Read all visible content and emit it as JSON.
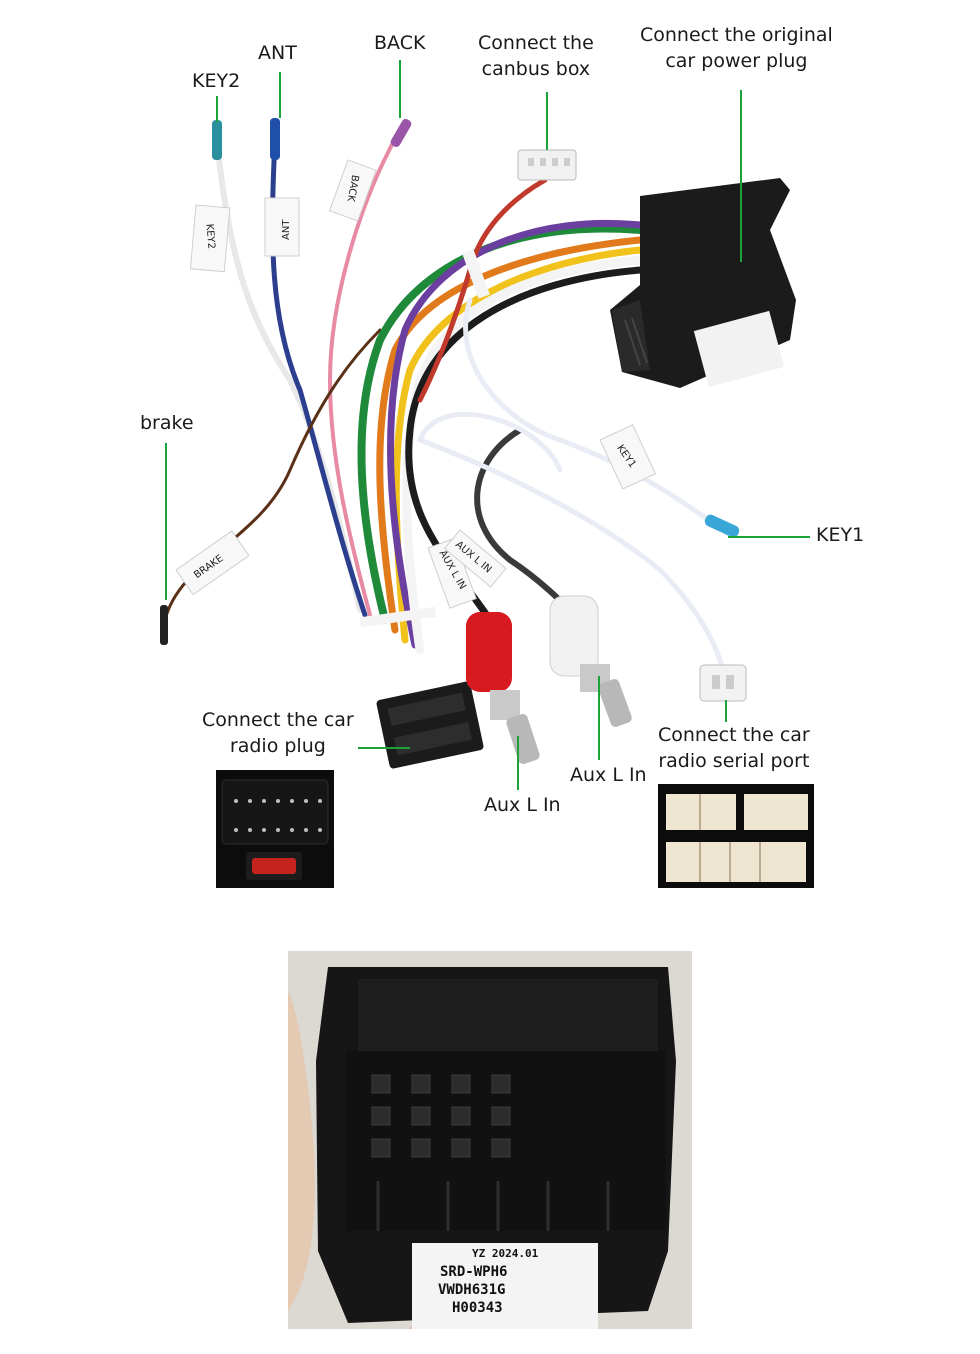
{
  "callouts": {
    "key2": "KEY2",
    "ant": "ANT",
    "back": "BACK",
    "canbus": [
      "Connect the",
      "canbus box"
    ],
    "power": [
      "Connect the original",
      "car power plug"
    ],
    "brake": "brake",
    "key1": "KEY1",
    "radio_plug": [
      "Connect the car",
      "radio plug"
    ],
    "aux_right": "Aux L In",
    "aux_left": "Aux L In",
    "serial": [
      "Connect the car",
      "radio serial port"
    ]
  },
  "wire_tags": {
    "key2": "KEY2",
    "ant": "ANT",
    "back": "BACK",
    "brake": "BRAKE",
    "key1": "KEY1",
    "aux_1": "AUX L IN",
    "aux_2": "AUX L IN"
  },
  "connector_label": [
    "YZ 2024.01",
    "SRD-WPH6",
    "VWDH631G",
    "H00343"
  ],
  "colors": {
    "callout_line": "#1aa33a",
    "connector": "#1b1b1b",
    "rca_red": "#d71920",
    "rca_white": "#f2f2f2"
  }
}
